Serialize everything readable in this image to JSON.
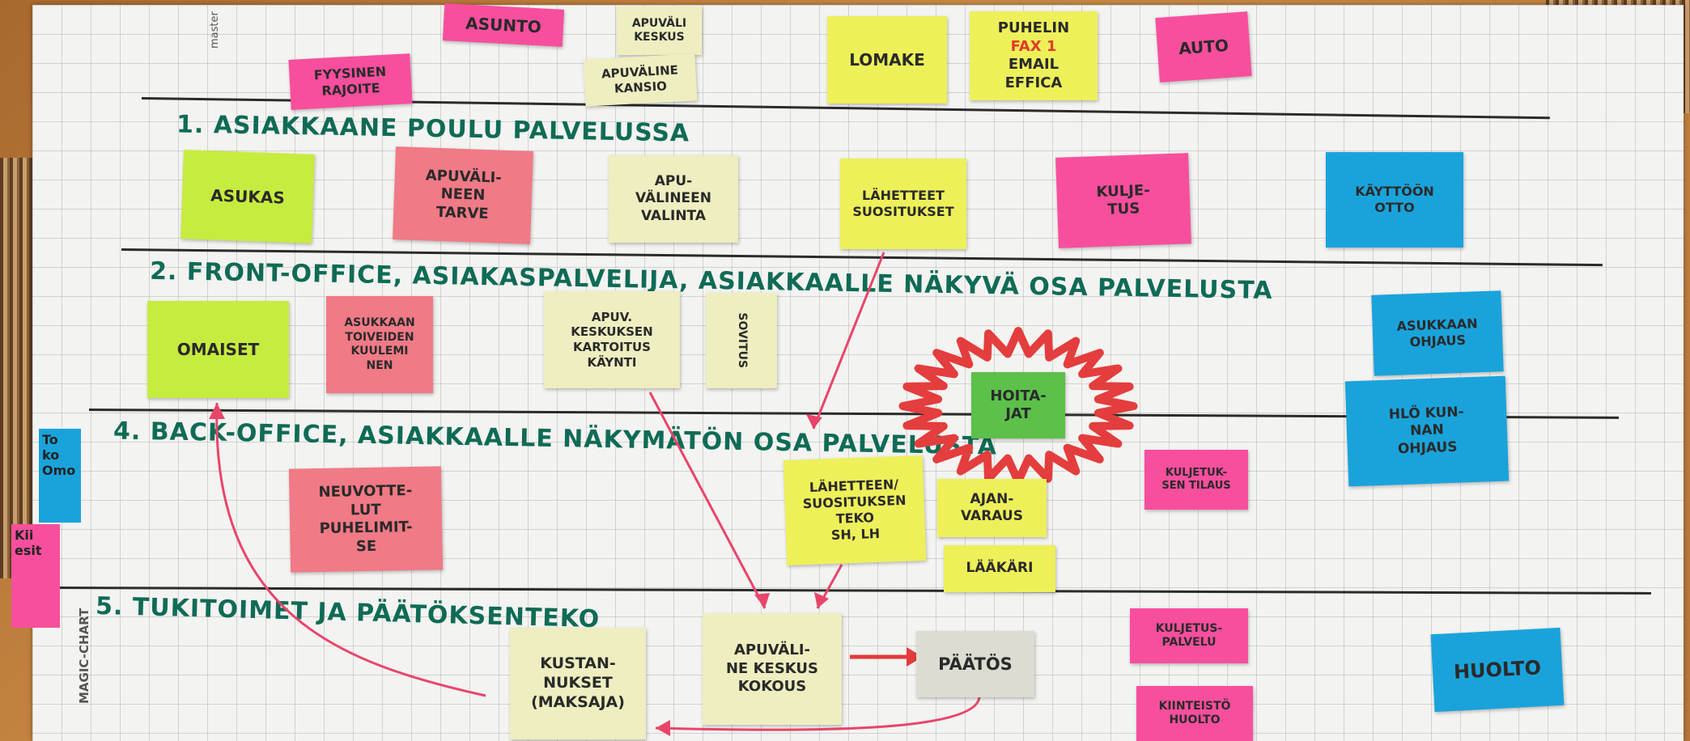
{
  "photo": {
    "brand_text": "MAGIC-CHART",
    "marker_brand": "master"
  },
  "lanes": [
    {
      "id": "1",
      "label": "1. Asiakkaane poulu palvelussa"
    },
    {
      "id": "2",
      "label": "2. Front-office, asiakaspalvelija, asiakkaalle näkyvä osa palvelusta"
    },
    {
      "id": "4",
      "label": "4. Back-office, asiakkaalle näkymätön osa palvelusta"
    },
    {
      "id": "5",
      "label": "5. Tukitoimet ja päätöksenteko"
    }
  ],
  "notes": {
    "top": {
      "asunto": "Asunto",
      "fyysinen": "Fyysinen\nrajoite",
      "apuvali_keskus": "Apuväli\nkeskus",
      "apuvaline_kansio": "Apuväline\nkansio",
      "lomake": "Lomake",
      "puhelin_line1": "Puhelin",
      "puhelin_fax": "Fax 1",
      "puhelin_line3": "Email\nEffica",
      "auto": "Auto"
    },
    "lane1": {
      "asukas": "Asukas",
      "tarve": "Apuväli-\nneen\ntarve",
      "valinta": "Apu-\nvälineen\nvalinta",
      "lahetteet": "Lähetteet\nsuositukset",
      "kuljetus": "Kulje-\ntus",
      "kayttoonotto": "Käyttöön\notto"
    },
    "lane2": {
      "omaiset": "Omaiset",
      "toiveiden": "Asukkaan\ntoiveiden\nkuulemi\nnen",
      "kartoitus": "Apuv.\nkeskuksen\nkartoitus\nkäynti",
      "sovitus": "Sovitus",
      "hoitajat": "Hoita-\njat",
      "ohjaus": "Asukkaan\nohjaus",
      "henkilokunta": "Hlö kun-\nnan\nohjaus"
    },
    "lane4": {
      "neuvoteltu": "Neuvotte-\nlut\npuhelimit-\nse",
      "laheteteko": "Lähetteen/\nsuosituksen\nteko\nsh, lh",
      "ajanvaraus": "Ajan-\nvaraus",
      "laakari": "Lääkäri",
      "kuljetus_tilaus": "Kuljetuk-\nsen tilaus"
    },
    "lane5": {
      "kustannukset": "Kustan-\nnukset\n(maksaja)",
      "kokous": "Apuväli-\nne keskus\nkokous",
      "paatos": "Päätös",
      "kuljetuspalvelu": "Kuljetus-\npalvelu",
      "kiinteisto": "Kiinteistö\nhuolto",
      "huolto": "Huolto"
    },
    "edge": {
      "left_top": "To\nko\nOmo",
      "left_bottom": "Kii\nesit"
    }
  }
}
